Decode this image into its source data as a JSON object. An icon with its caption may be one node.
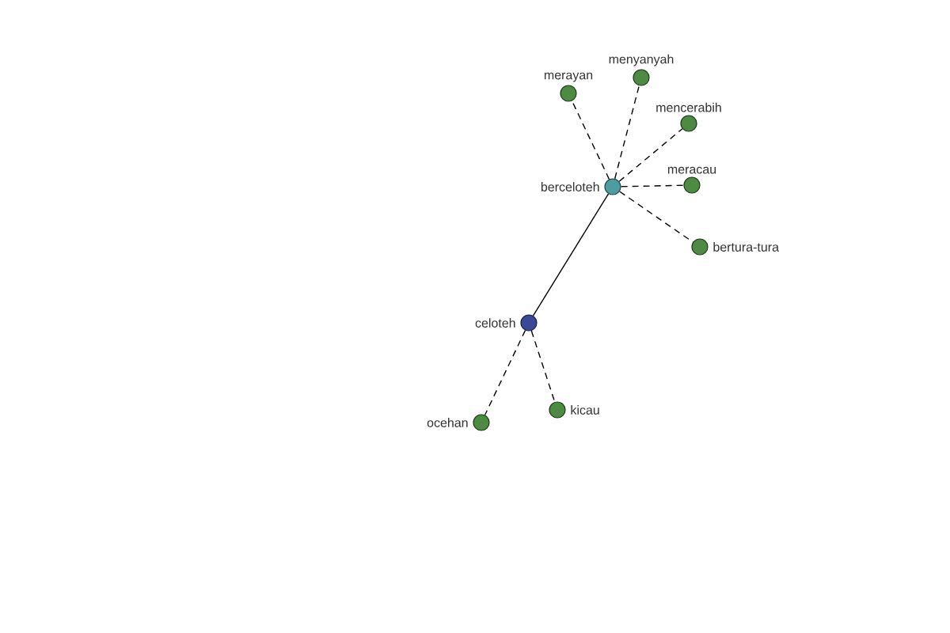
{
  "diagram": {
    "nodes": [
      {
        "text": [
          "menyanyah"
        ]
      },
      {
        "text": [
          "merayan"
        ]
      },
      {
        "text": [
          "mencerabih"
        ]
      },
      {
        "text": [
          "berceloteh"
        ]
      },
      {
        "text": [
          "meracau"
        ]
      },
      {
        "text": [
          "bertura-tura"
        ]
      },
      {
        "text": [
          "celoteh"
        ]
      },
      {
        "text": [
          "kicau"
        ]
      },
      {
        "text": [
          "ocehan"
        ]
      }
    ],
    "edges": [
      {
        "from": 6,
        "to": 3,
        "arrow": "none"
      },
      {
        "from": 3,
        "to": 1,
        "arrow": "none",
        "style": "dashed"
      },
      {
        "from": 3,
        "to": 0,
        "arrow": "none",
        "style": "dashed"
      },
      {
        "from": 3,
        "to": 2,
        "arrow": "none",
        "style": "dashed"
      },
      {
        "from": 3,
        "to": 4,
        "arrow": "none",
        "style": "dashed"
      },
      {
        "from": 3,
        "to": 5,
        "arrow": "none",
        "style": "dashed"
      },
      {
        "from": 6,
        "to": 8,
        "arrow": "none",
        "style": "dashed"
      },
      {
        "from": 6,
        "to": 7,
        "arrow": "none",
        "style": "dashed"
      }
    ]
  }
}
